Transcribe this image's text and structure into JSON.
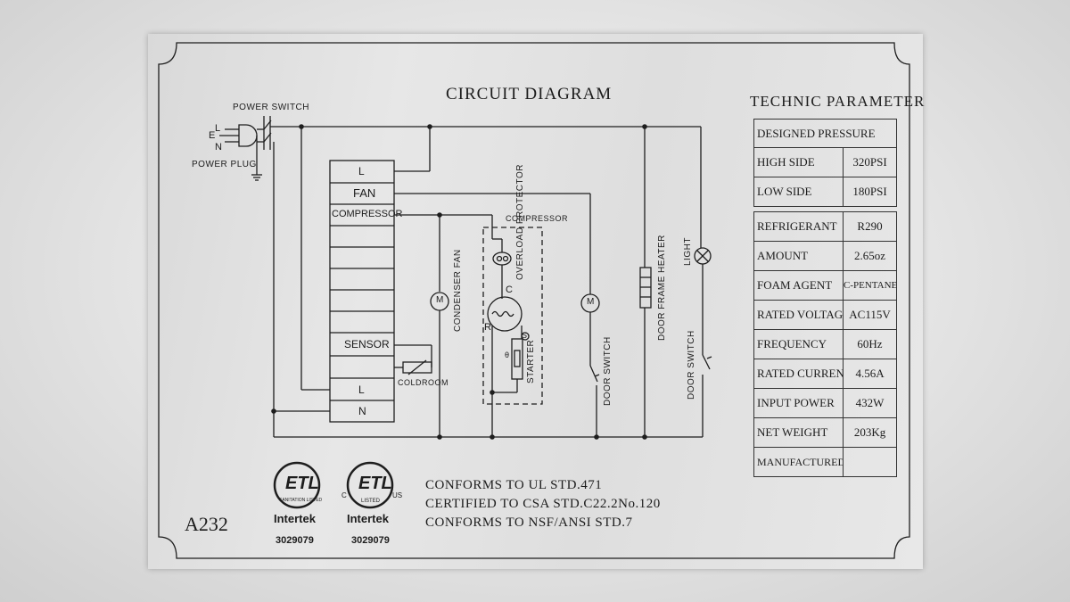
{
  "title": "CIRCUIT DIAGRAM",
  "model": "A232",
  "power": {
    "switch": "POWER SWITCH",
    "plug": "POWER PLUG",
    "pins": [
      "L",
      "E",
      "N"
    ]
  },
  "controller": {
    "terminals": [
      "L",
      "FAN",
      "COMPRESSOR",
      "SENSOR",
      "L",
      "N"
    ]
  },
  "components": {
    "condenser_fan": "CONDENSER FAN",
    "compressor": "COMPRESSOR",
    "overload_protector": "OVERLOAD PROTECTOR",
    "starter": "STARTER",
    "coldroom": "COLDROOM",
    "door_switch": "DOOR SWITCH",
    "door_switch_2": "DOOR SWITCH",
    "door_frame_heater": "DOOR FRAME HEATER",
    "light": "LIGHT",
    "motor": "M",
    "theta": "θ",
    "comp_c": "C",
    "comp_r": "R",
    "comp_s": "S"
  },
  "technic": {
    "title": "TECHNIC  PARAMETER",
    "designed_pressure": "DESIGNED PRESSURE",
    "rows": [
      {
        "label": "HIGH SIDE",
        "value": "320PSI"
      },
      {
        "label": "LOW SIDE",
        "value": "180PSI"
      },
      {
        "label": "REFRIGERANT",
        "value": "R290"
      },
      {
        "label": "AMOUNT",
        "value": "2.65oz"
      },
      {
        "label": "FOAM AGENT",
        "value": "C-PENTANE"
      },
      {
        "label": "RATED VOLTAGE",
        "value": "AC115V"
      },
      {
        "label": "FREQUENCY",
        "value": "60Hz"
      },
      {
        "label": "RATED CURRENT",
        "value": "4.56A"
      },
      {
        "label": "INPUT POWER",
        "value": "432W"
      },
      {
        "label": "NET WEIGHT",
        "value": "203Kg"
      },
      {
        "label": "MANUFACTURED",
        "value": ""
      }
    ]
  },
  "certification": {
    "lines": [
      "CONFORMS TO UL STD.471",
      "CERTIFIED TO CSA STD.C22.2No.120",
      "CONFORMS TO NSF/ANSI STD.7"
    ],
    "marks": [
      {
        "brand": "Intertek",
        "number": "3029079",
        "arc": "SANITATION LISTED",
        "mark": "ETL"
      },
      {
        "brand": "Intertek",
        "number": "3029079",
        "arc": "LISTED",
        "mark": "ETL",
        "left": "C",
        "right": "US"
      }
    ]
  }
}
